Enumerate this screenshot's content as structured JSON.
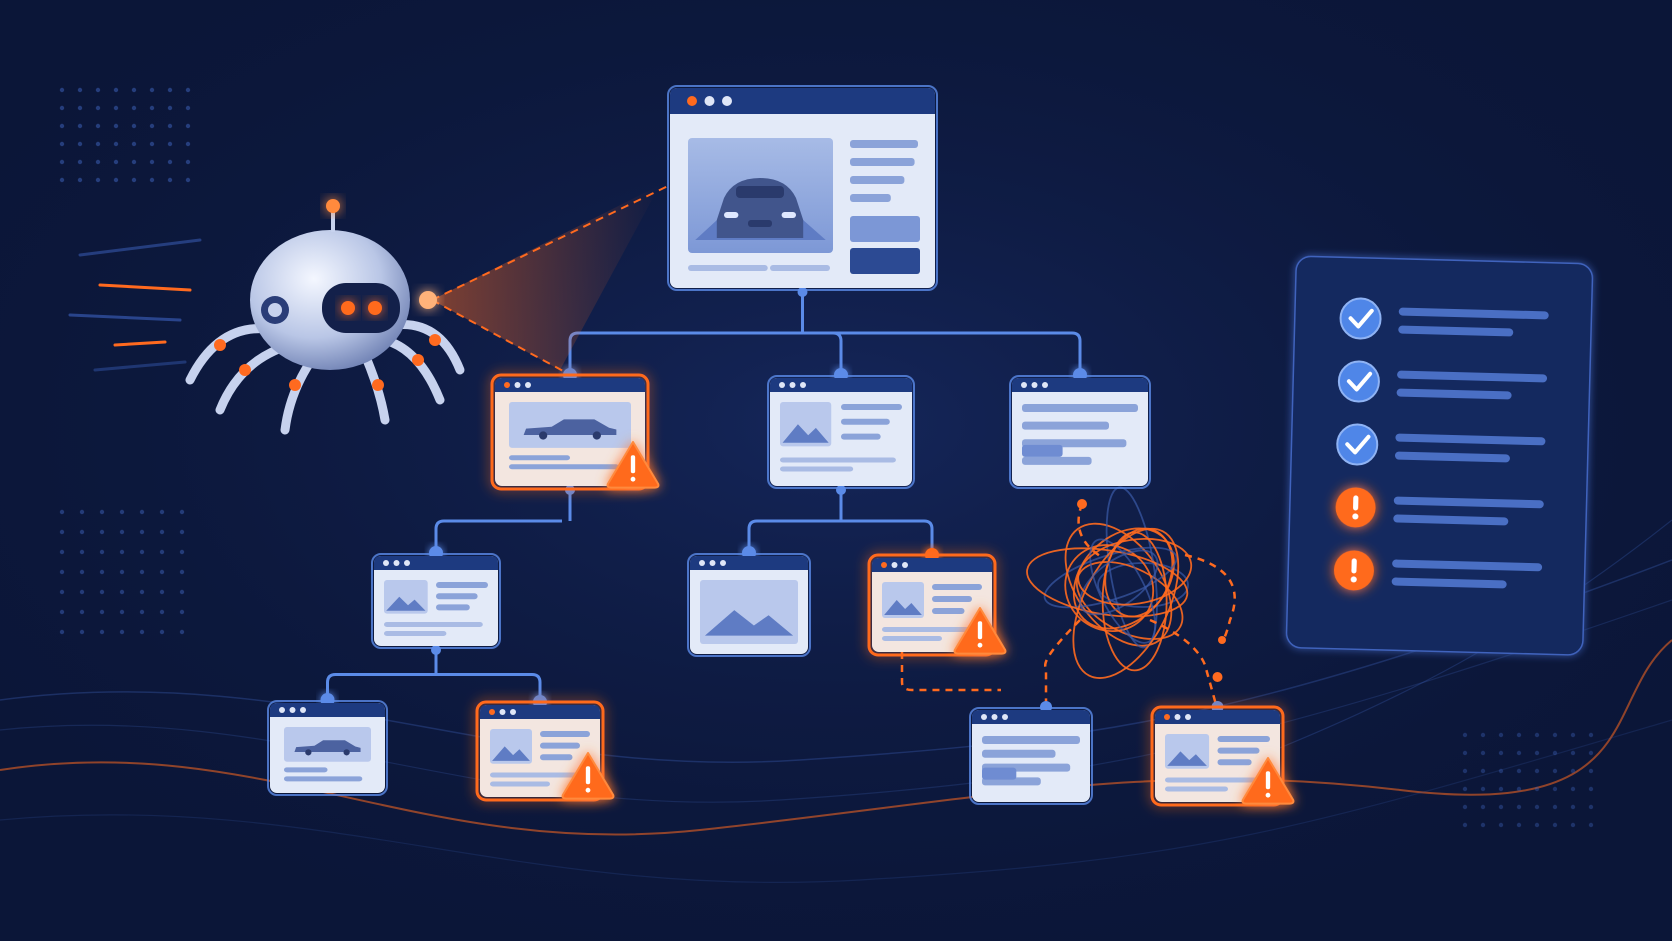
{
  "colors": {
    "background": "#0b1638",
    "background_glow": "#162a63",
    "accent_orange": "#ff6a1f",
    "accent_blue": "#5b8be8",
    "card_fill": "#e3eaf8",
    "card_header": "#1d3a80",
    "placeholder": "#8ba3d9",
    "panel_fill": "#14295f"
  },
  "icons": {
    "crawler": "robot-spider-icon",
    "warning": "warning-triangle-icon",
    "check": "check-circle-icon",
    "error": "exclamation-circle-icon",
    "car": "car-icon",
    "image": "image-placeholder-icon"
  },
  "pages": [
    {
      "id": "root",
      "kind": "hero-car",
      "flagged": false
    },
    {
      "id": "l1-left",
      "kind": "car",
      "flagged": true
    },
    {
      "id": "l1-mid",
      "kind": "image-text",
      "flagged": false
    },
    {
      "id": "l1-right",
      "kind": "text",
      "flagged": false
    },
    {
      "id": "l2-a",
      "kind": "image-text",
      "flagged": false
    },
    {
      "id": "l2-b",
      "kind": "image",
      "flagged": false
    },
    {
      "id": "l2-c",
      "kind": "image-text",
      "flagged": true
    },
    {
      "id": "l3-a",
      "kind": "car",
      "flagged": false
    },
    {
      "id": "l3-b",
      "kind": "image-text",
      "flagged": true
    },
    {
      "id": "l3-c",
      "kind": "text",
      "flagged": false
    },
    {
      "id": "l3-d",
      "kind": "image-text",
      "flagged": true
    }
  ],
  "links": [
    {
      "from": "root",
      "to": "l1-left",
      "style": "solid"
    },
    {
      "from": "root",
      "to": "l1-mid",
      "style": "solid"
    },
    {
      "from": "root",
      "to": "l1-right",
      "style": "solid"
    },
    {
      "from": "l1-left",
      "to": "l2-a",
      "style": "solid"
    },
    {
      "from": "l1-mid",
      "to": "l2-b",
      "style": "solid"
    },
    {
      "from": "l1-mid",
      "to": "l2-c",
      "style": "solid"
    },
    {
      "from": "l2-a",
      "to": "l3-a",
      "style": "solid"
    },
    {
      "from": "l2-a",
      "to": "l3-b",
      "style": "solid"
    },
    {
      "from": "l2-c",
      "to": "l3-c",
      "style": "dashed-orange"
    },
    {
      "from": "l1-right",
      "to": "l3-c",
      "style": "tangled-orange"
    },
    {
      "from": "l1-right",
      "to": "l3-d",
      "style": "tangled-orange"
    }
  ],
  "checklist": [
    {
      "status": "ok"
    },
    {
      "status": "ok"
    },
    {
      "status": "ok"
    },
    {
      "status": "error"
    },
    {
      "status": "error"
    }
  ]
}
